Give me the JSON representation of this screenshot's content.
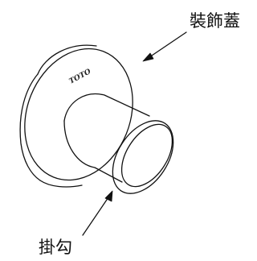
{
  "diagram": {
    "brand_text": "TOTO",
    "labels": {
      "cover": "裝飾蓋",
      "hook": "掛勾"
    },
    "line_color": "#111111"
  }
}
